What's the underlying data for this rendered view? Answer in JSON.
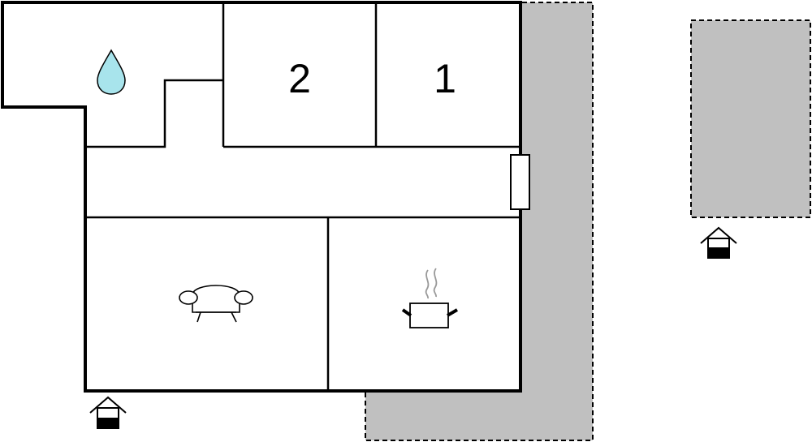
{
  "floorplan": {
    "rooms": [
      {
        "id": "bathroom",
        "icon": "water-drop-icon"
      },
      {
        "id": "bedroom-2",
        "label": "2"
      },
      {
        "id": "bedroom-1",
        "label": "1"
      },
      {
        "id": "hallway"
      },
      {
        "id": "living-room",
        "icon": "sofa-icon"
      },
      {
        "id": "kitchen",
        "icon": "cooking-pot-icon"
      }
    ],
    "icons": {
      "bathroom": "water-drop-icon",
      "living": "sofa-icon",
      "kitchen": "cooking-pot-icon",
      "entrance": "entrance-house-icon",
      "door": "door-icon"
    },
    "colors": {
      "wall": "#000000",
      "outdoor_area": "#c0c0c0",
      "water_drop": "#a8e4ec",
      "background": "#ffffff"
    }
  }
}
